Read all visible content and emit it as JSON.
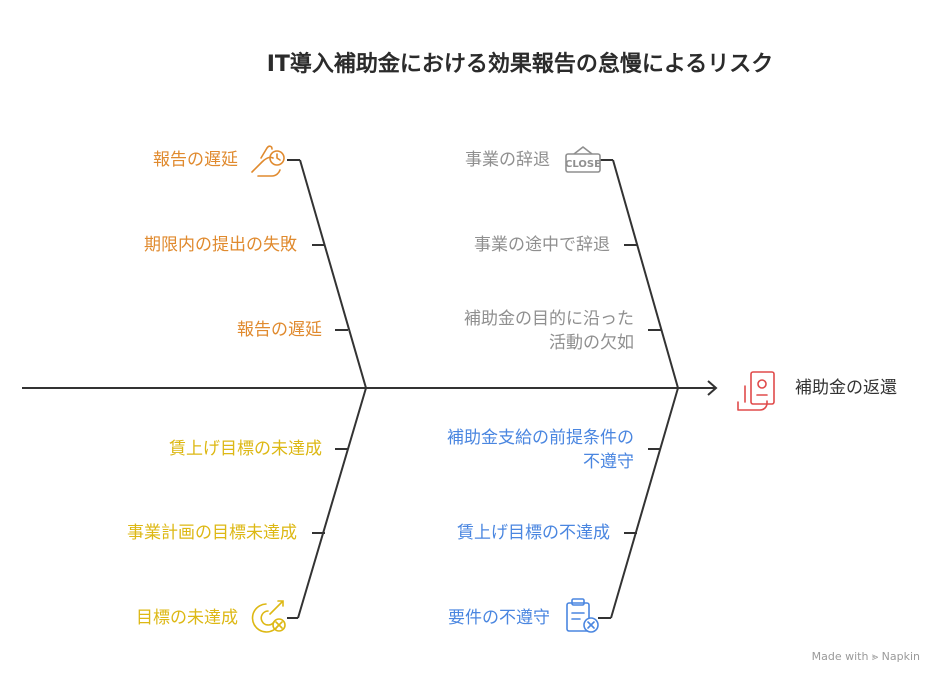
{
  "title": "IT導入補助金における効果報告の怠慢によるリスク",
  "effect": {
    "label": "補助金の返還",
    "icon": "money-hand-icon",
    "color": "#E04B4B"
  },
  "branches": {
    "upper_left": {
      "color": "#E08A2E",
      "items": [
        "報告の遅延",
        "期限内の提出の失敗",
        "報告の遅延"
      ],
      "icon": "hand-clock-icon"
    },
    "upper_right": {
      "color": "#8F8F8F",
      "items": [
        "事業の辞退",
        "事業の途中で辞退",
        "補助金の目的に沿った\n活動の欠如"
      ],
      "icon": "close-sign-icon"
    },
    "lower_left": {
      "color": "#DDB814",
      "items": [
        "賃上げ目標の未達成",
        "事業計画の目標未達成",
        "目標の未達成"
      ],
      "icon": "target-miss-icon"
    },
    "lower_right": {
      "color": "#4A86E0",
      "items": [
        "補助金支給の前提条件の\n不遵守",
        "賃上げ目標の不達成",
        "要件の不遵守"
      ],
      "icon": "clipboard-x-icon"
    }
  },
  "credit": "Made with ⪢ Napkin"
}
